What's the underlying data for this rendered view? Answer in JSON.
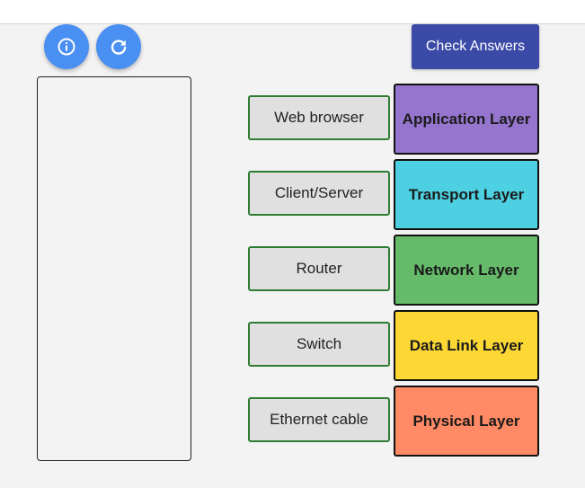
{
  "toolbar": {
    "check_label": "Check Answers",
    "info_icon": "info-icon",
    "reset_icon": "refresh-icon",
    "button_color": "#4a8ff2",
    "check_color": "#3a4aa6"
  },
  "items": [
    {
      "label": "Web browser"
    },
    {
      "label": "Client/Server"
    },
    {
      "label": "Router"
    },
    {
      "label": "Switch"
    },
    {
      "label": "Ethernet cable"
    }
  ],
  "layers": [
    {
      "label": "Application Layer",
      "color": "#9575cd"
    },
    {
      "label": "Transport Layer",
      "color": "#4dd0e1"
    },
    {
      "label": "Network Layer",
      "color": "#66bb6a"
    },
    {
      "label": "Data Link Layer",
      "color": "#fdd835"
    },
    {
      "label": "Physical Layer",
      "color": "#ff8a65"
    }
  ]
}
